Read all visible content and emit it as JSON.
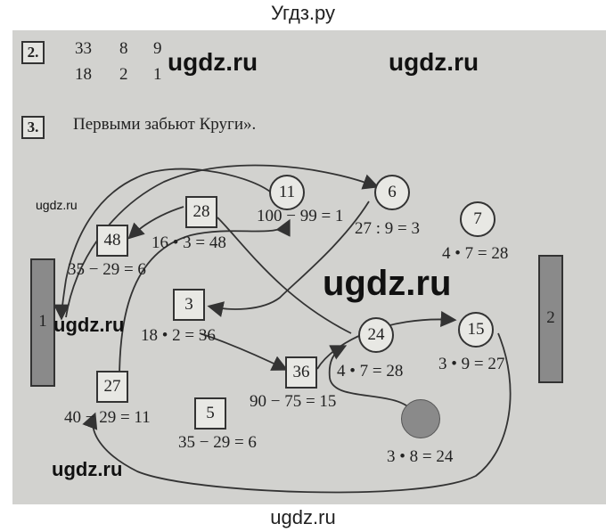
{
  "site": {
    "top": "Угдз.ру",
    "bottom": "ugdz.ru"
  },
  "watermarks": [
    "ugdz.ru",
    "ugdz.ru",
    "ugdz.ru",
    "ugdz.ru",
    "ugdz.ru",
    "ugdz.ru"
  ],
  "task2": {
    "number": "2.",
    "row1": [
      "33",
      "8",
      "9"
    ],
    "row2": [
      "18",
      "2",
      "1"
    ]
  },
  "task3": {
    "number": "3.",
    "text": "Первыми забьют Круги»."
  },
  "squares": [
    "28",
    "48",
    "3",
    "36",
    "27",
    "5"
  ],
  "circles": [
    "11",
    "6",
    "7",
    "24",
    "15"
  ],
  "equations": [
    "100 − 99 = 1",
    "16 • 3 = 48",
    "27 : 9 = 3",
    "4 • 7 = 28",
    "35 − 29 = 6",
    "18 • 2 = 36",
    "4 • 7 = 28",
    "3 • 9 = 27",
    "90 − 75 = 15",
    "40 − 29 = 11",
    "35 − 29 = 6",
    "3 • 8 = 24"
  ],
  "goals": [
    "1",
    "2"
  ],
  "colors": {
    "page": "#d2d2cf",
    "ink": "#222222",
    "goal": "#8a8a8a"
  }
}
